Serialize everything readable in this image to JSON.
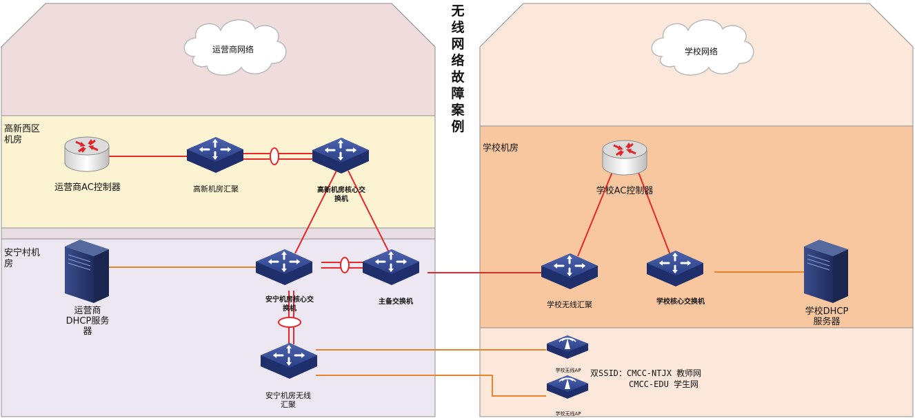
{
  "title": "无线网络故障案例",
  "clouds": {
    "operator": "运营商网络",
    "school": "学校网络"
  },
  "rooms": {
    "gaoxin": "高新西区\n机房",
    "anning": "安宁村机\n房",
    "school": "学校机房"
  },
  "devices": {
    "operator_ac": "运营商AC控制器",
    "gaoxin_agg": "高新机房汇聚",
    "gaoxin_core": "高新机房核心交\n换机",
    "anning_core": "安宁机房核心交\n换机",
    "backup_switch": "主备交换机",
    "operator_dhcp": "运营商\nDHCP服务\n器",
    "anning_wireless_agg": "安宁机房无线\n汇聚",
    "school_ac": "学校AC控制器",
    "school_wireless_agg": "学校无线汇聚",
    "school_core": "学校核心交换机",
    "school_dhcp": "学校DHCP\n服务器",
    "school_ap_1": "学校无线AP",
    "school_ap_2": "学校无线AP"
  },
  "ssid_note": {
    "line1": "双SSID：CMCC-NTJX 教师网",
    "line2": "CMCC-EDU 学生网"
  },
  "colors": {
    "red_link": "#e8262a",
    "orange_link": "#e8832b",
    "device_blue": "#2a3f86",
    "operator_top": "#efdcdd",
    "gaoxin_band": "#fcf3d2",
    "anning_band": "#ece7f0",
    "school_top": "#fce8da",
    "school_room": "#f8c7a0"
  }
}
